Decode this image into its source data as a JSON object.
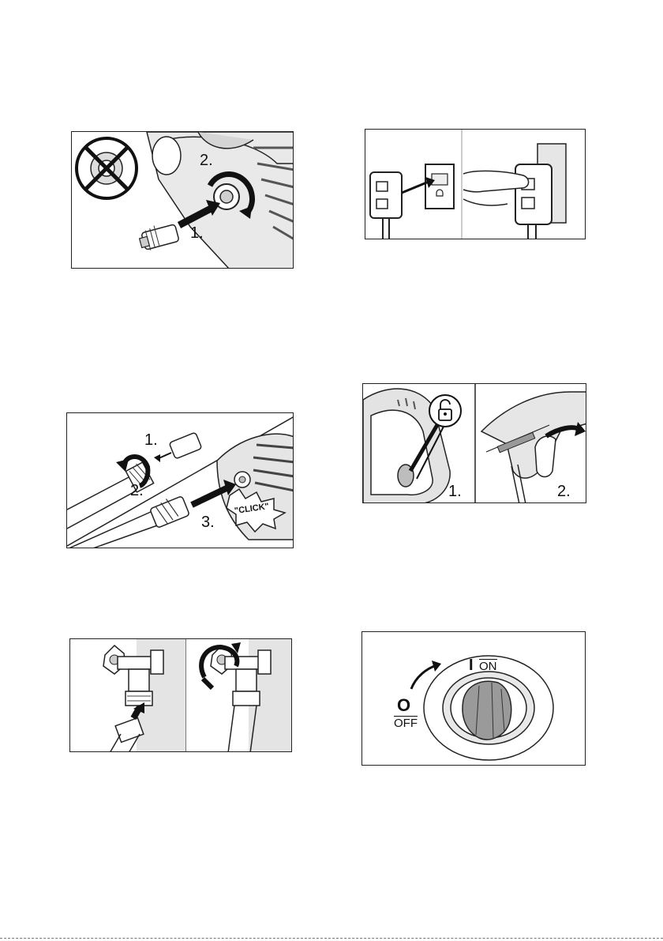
{
  "figures": {
    "hose_connect_unit": {
      "steps": [
        "1.",
        "2."
      ]
    },
    "power_plug": {},
    "quick_connector": {
      "steps": [
        "1.",
        "2.",
        "3."
      ],
      "click_text": "\"CLICK\""
    },
    "gun_unlock": {
      "steps": [
        "1.",
        "2."
      ]
    },
    "tap_connect": {},
    "switch": {
      "on_symbol": "I",
      "on_text": "ON",
      "off_symbol": "O",
      "off_text": "OFF"
    }
  }
}
